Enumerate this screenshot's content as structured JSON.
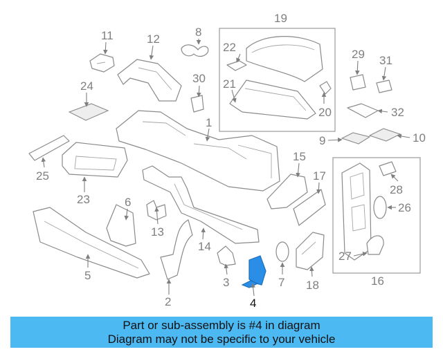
{
  "highlight_color": "#2b8ee6",
  "banner_color": "#4cb9f3",
  "callouts": {
    "c1": "1",
    "c2": "2",
    "c3": "3",
    "c4": "4",
    "c5": "5",
    "c6": "6",
    "c7": "7",
    "c8": "8",
    "c9": "9",
    "c10": "10",
    "c11": "11",
    "c12": "12",
    "c13": "13",
    "c14": "14",
    "c15": "15",
    "c16": "16",
    "c17": "17",
    "c18": "18",
    "c19": "19",
    "c20": "20",
    "c21": "21",
    "c22": "22",
    "c23": "23",
    "c24": "24",
    "c25": "25",
    "c26": "26",
    "c27": "27",
    "c28": "28",
    "c29": "29",
    "c30": "30",
    "c31": "31",
    "c32": "32"
  },
  "banner": {
    "line1": "Part or sub-assembly is #4 in diagram",
    "line2": "Diagram may not be specific to your vehicle"
  }
}
